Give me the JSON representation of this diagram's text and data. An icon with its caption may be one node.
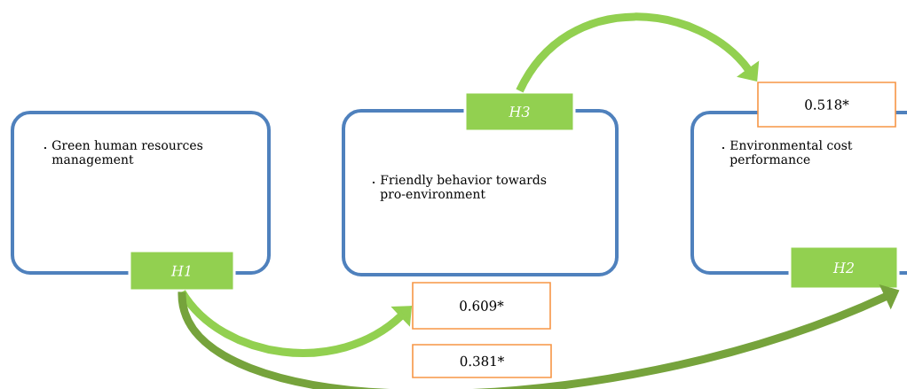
{
  "diagram": {
    "nodes": [
      {
        "text": [
          "Green human resources management"
        ]
      },
      {
        "text": [
          "H1"
        ]
      },
      {
        "text": [
          "Friendly behavior towards pro-environment"
        ]
      },
      {
        "text": [
          "H3"
        ]
      },
      {
        "text": [
          "Environmental cost performance"
        ]
      },
      {
        "text": [
          "0.518*"
        ]
      },
      {
        "text": [
          "H2"
        ]
      },
      {
        "text": [
          "0.609*"
        ]
      },
      {
        "text": [
          "0.381*"
        ]
      }
    ],
    "edges": [
      {
        "from": 1,
        "to": 7,
        "arrow": "to"
      },
      {
        "from": 1,
        "to": 6,
        "arrow": "to",
        "color": "#76a33c"
      },
      {
        "from": 3,
        "to": 5,
        "arrow": "to"
      }
    ]
  }
}
